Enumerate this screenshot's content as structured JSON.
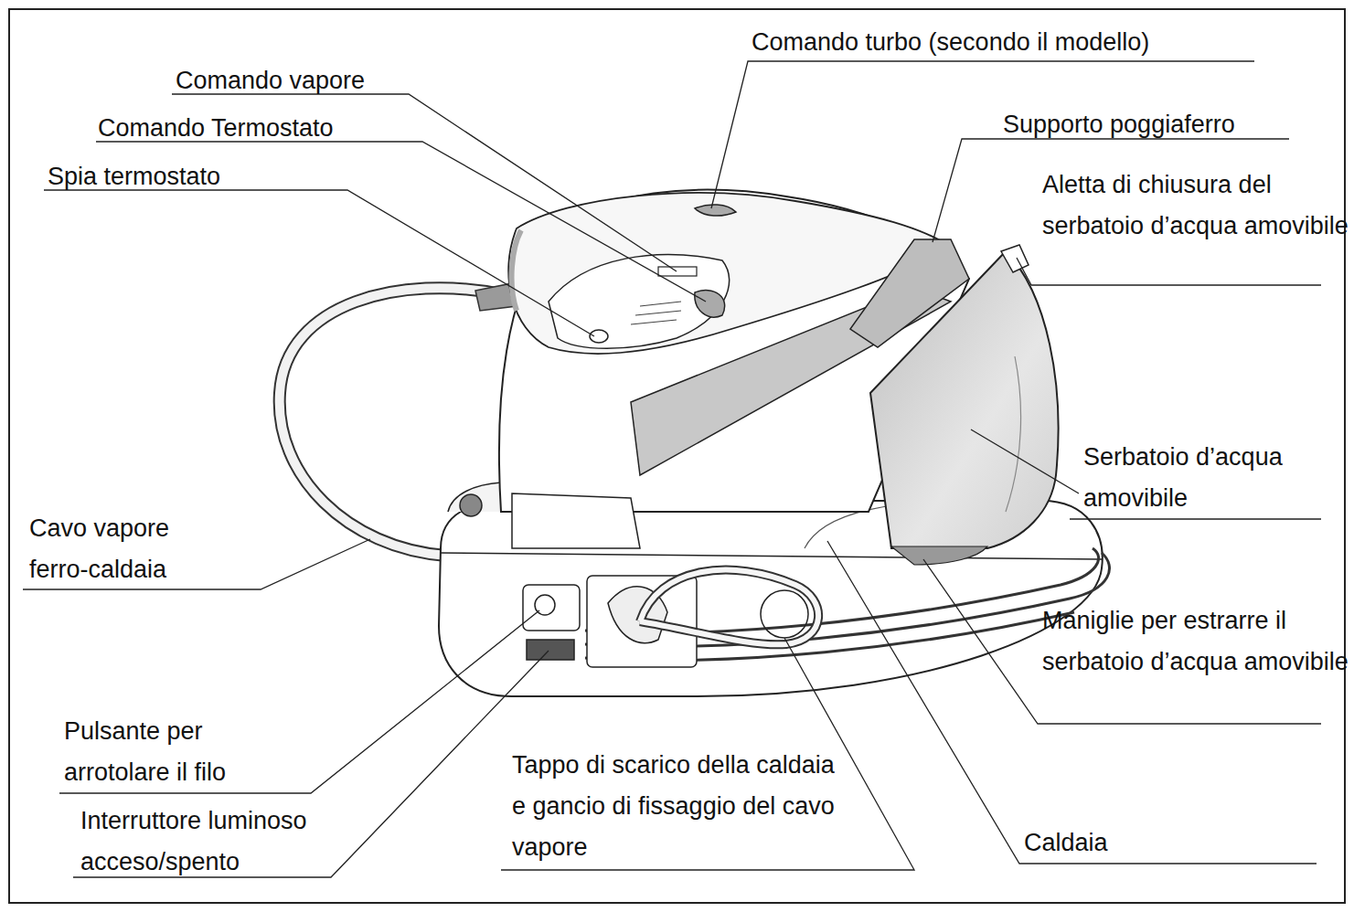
{
  "diagram": {
    "labels": [
      "Comando turbo (secondo il modello)",
      "Comando vapore",
      "Comando Termostato",
      "Supporto poggiaferro",
      "Spia termostato",
      "Aletta di chiusura del serbatoio d’acqua amovibile",
      "Serbatoio d’acqua amovibile",
      "Cavo vapore ferro-caldaia",
      "Maniglie per estrarre il serbatoio d’acqua amovibile",
      "Pulsante per arrotolare il filo",
      "Tappo di scarico della caldaia e gancio di fissaggio del cavo vapore",
      "Interruttore luminoso acceso/spento",
      "Caldaia"
    ]
  }
}
